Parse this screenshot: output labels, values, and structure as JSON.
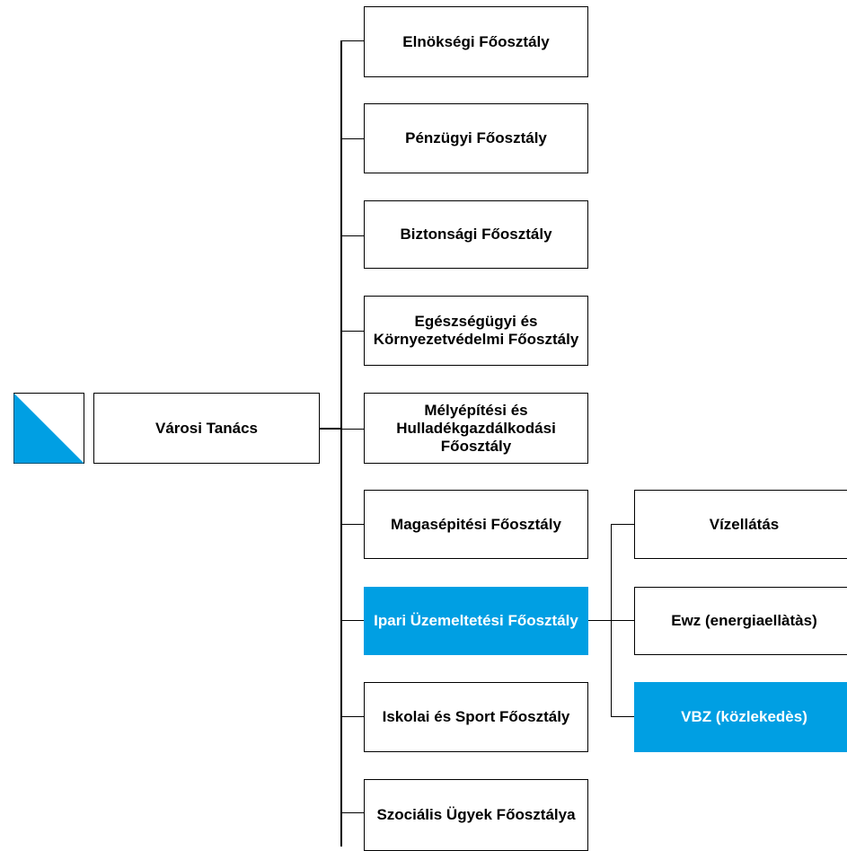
{
  "logo": {
    "name": "zurich-coat-of-arms",
    "colors": {
      "blue": "#009fe3",
      "white": "#ffffff"
    }
  },
  "colors": {
    "highlight": "#009fe3",
    "border": "#000000",
    "box": "#ffffff"
  },
  "root": {
    "label": "Városi Tanács"
  },
  "departments": [
    {
      "label": "Elnökségi Főosztály",
      "highlighted": false
    },
    {
      "label": "Pénzügyi Főosztály",
      "highlighted": false
    },
    {
      "label": "Biztonsági Főosztály",
      "highlighted": false
    },
    {
      "label": "Egészségügyi és Környezetvédelmi Főosztály",
      "highlighted": false
    },
    {
      "label": "Mélyépítési és Hulladékgazdálkodási Főosztály",
      "highlighted": false
    },
    {
      "label": "Magasépitési Főosztály",
      "highlighted": false
    },
    {
      "label": "Ipari Üzemeltetési Főosztály",
      "highlighted": true
    },
    {
      "label": "Iskolai és Sport Főosztály",
      "highlighted": false
    },
    {
      "label": "Szociális Ügyek Főosztálya",
      "highlighted": false
    }
  ],
  "sub_units": [
    {
      "label": "Vízellátás",
      "highlighted": false
    },
    {
      "label": "Ewz (energiaellàtàs)",
      "highlighted": false
    },
    {
      "label": "VBZ (közlekedès)",
      "highlighted": true
    }
  ]
}
